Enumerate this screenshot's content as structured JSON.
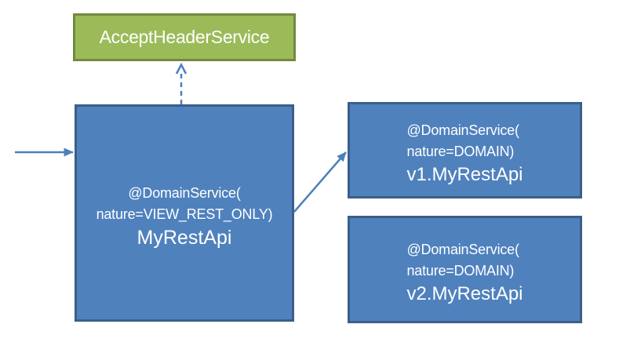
{
  "canvas": {
    "background": "#ffffff"
  },
  "colors": {
    "canvas_bg": "#ffffff",
    "blue_fill": "#4f81bd",
    "blue_border": "#3a5f8a",
    "green_fill": "#9bbb59",
    "green_border": "#71893f",
    "arrow": "#4d80bb",
    "node_text": "#ffffff"
  },
  "nodes": {
    "accept_header_service": {
      "label": "AcceptHeaderService"
    },
    "my_rest_api": {
      "annotation_line1": "@DomainService(",
      "annotation_line2": "nature=VIEW_REST_ONLY)",
      "name": "MyRestApi"
    },
    "v1_my_rest_api": {
      "annotation_line1": "@DomainService(",
      "annotation_line2": "nature=DOMAIN)",
      "name": "v1.MyRestApi"
    },
    "v2_my_rest_api": {
      "annotation_line1": "@DomainService(",
      "annotation_line2": "nature=DOMAIN)",
      "name": "v2.MyRestApi"
    }
  },
  "edges": [
    {
      "name": "incoming-request-arrow",
      "style": "solid",
      "from": "external-left",
      "to": "my_rest_api"
    },
    {
      "name": "dependency-arrow",
      "style": "dashed-open-head",
      "from": "my_rest_api",
      "to": "accept_header_service"
    },
    {
      "name": "delegation-arrow",
      "style": "solid",
      "from": "my_rest_api",
      "to": "v1_my_rest_api"
    }
  ]
}
